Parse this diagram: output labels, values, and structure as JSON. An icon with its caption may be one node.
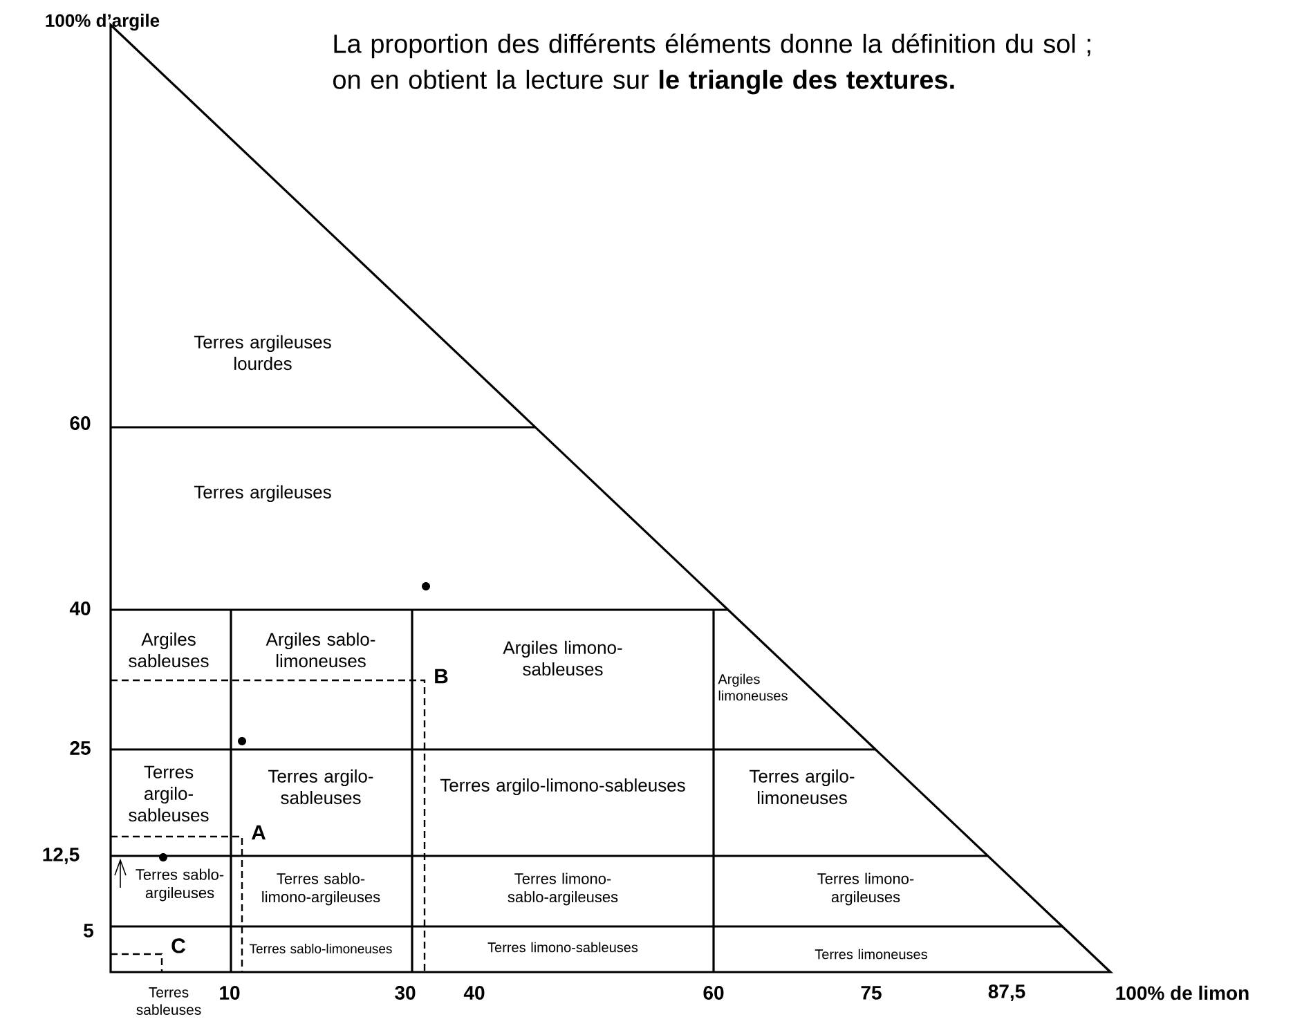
{
  "diagram": {
    "title": "La proportion des différents éléments donne la définition du sol ; on en obtient la lecture sur **le triangle des textures.**",
    "labels": [
      "100% d’argile",
      "Terres argileuses lourdes",
      "60",
      "Terres argileuses",
      "40",
      "Argiles sableuses",
      "Argiles sablo-limoneuses",
      "B",
      "Argiles limono-sableuses",
      "Argiles limoneuses",
      "25",
      "Terres argilo-sableuses",
      "Terres argilo-sableuses",
      "Terres argilo-limono-sableuses",
      "Terres argilo-limoneuses",
      "A",
      "12,5",
      "Terres sablo-argileuses",
      "Terres sablo-limono-argileuses",
      "Terres limono-sablo-argileuses",
      "Terres limono-argileuses",
      "5",
      "C",
      "Terres sablo-limoneuses",
      "Terres limono-sableuses",
      "Terres limoneuses",
      "Terres sableuses",
      "10",
      "30",
      "40",
      "60",
      "75",
      "87,5",
      "100% de limon"
    ]
  }
}
